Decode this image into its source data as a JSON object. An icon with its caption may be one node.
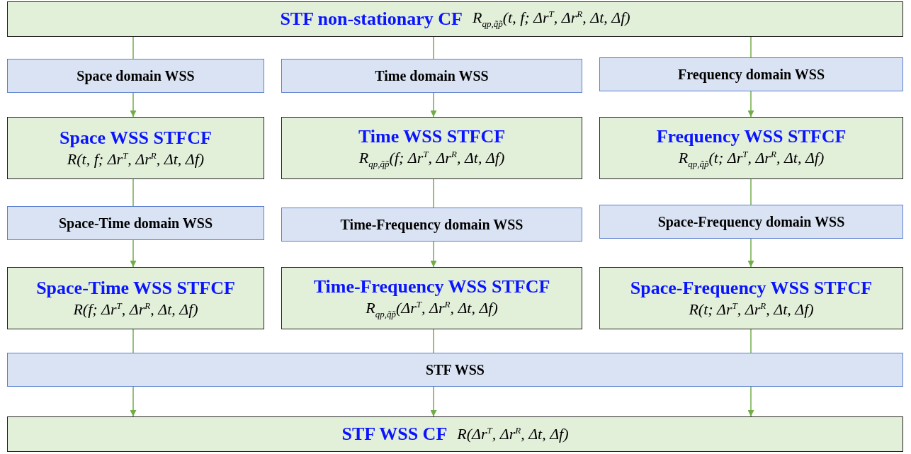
{
  "diagram": {
    "nodes": [
      {
        "text": [
          "STF non-stationary CF",
          "R$_{qp,q̃p̃}$(t, f; Δr$^{T}$, Δr$^{R}$, Δt, Δf)"
        ]
      },
      {
        "text": [
          "Space domain WSS"
        ]
      },
      {
        "text": [
          "Time domain WSS"
        ]
      },
      {
        "text": [
          "Frequency domain WSS"
        ]
      },
      {
        "text": [
          "Space WSS STFCF",
          "R(t, f; Δr$^{T}$, Δr$^{R}$, Δt, Δf)"
        ]
      },
      {
        "text": [
          "Time WSS STFCF",
          "R$_{qp,q̃p̃}$(f; Δr$^{T}$, Δr$^{R}$, Δt, Δf)"
        ]
      },
      {
        "text": [
          "Frequency WSS STFCF",
          "R$_{qp,q̃p̃}$(t; Δr$^{T}$, Δr$^{R}$, Δt, Δf)"
        ]
      },
      {
        "text": [
          "Space-Time domain WSS"
        ]
      },
      {
        "text": [
          "Time-Frequency domain WSS"
        ]
      },
      {
        "text": [
          "Space-Frequency domain WSS"
        ]
      },
      {
        "text": [
          "Space-Time WSS STFCF",
          "R(f; Δr$^{T}$, Δr$^{R}$, Δt, Δf)"
        ]
      },
      {
        "text": [
          "Time-Frequency WSS STFCF",
          "R$_{qp,q̃p̃}$(Δr$^{T}$, Δr$^{R}$, Δt, Δf)"
        ]
      },
      {
        "text": [
          "Space-Frequency WSS STFCF",
          "R(t; Δr$^{T}$, Δr$^{R}$, Δt, Δf)"
        ]
      },
      {
        "text": [
          "STF WSS"
        ]
      },
      {
        "text": [
          "STF WSS  CF",
          "R(Δr$^{T}$, Δr$^{R}$, Δt, Δf)"
        ]
      }
    ],
    "edges": [
      {
        "from": 0,
        "to": 1,
        "arrow": "none"
      },
      {
        "from": 0,
        "to": 2,
        "arrow": "none"
      },
      {
        "from": 0,
        "to": 3,
        "arrow": "none"
      },
      {
        "from": 1,
        "to": 4,
        "arrow": "to"
      },
      {
        "from": 2,
        "to": 5,
        "arrow": "to"
      },
      {
        "from": 3,
        "to": 6,
        "arrow": "to"
      },
      {
        "from": 4,
        "to": 7,
        "arrow": "none"
      },
      {
        "from": 5,
        "to": 8,
        "arrow": "none"
      },
      {
        "from": 6,
        "to": 9,
        "arrow": "none"
      },
      {
        "from": 7,
        "to": 10,
        "arrow": "to"
      },
      {
        "from": 8,
        "to": 11,
        "arrow": "to"
      },
      {
        "from": 9,
        "to": 12,
        "arrow": "to"
      },
      {
        "from": 10,
        "to": 13,
        "arrow": "none"
      },
      {
        "from": 11,
        "to": 13,
        "arrow": "none"
      },
      {
        "from": 12,
        "to": 13,
        "arrow": "none"
      },
      {
        "from": 13,
        "to": 14,
        "arrow": "to"
      },
      {
        "from": 13,
        "to": 14,
        "arrow": "to"
      },
      {
        "from": 13,
        "to": 14,
        "arrow": "to"
      }
    ]
  }
}
